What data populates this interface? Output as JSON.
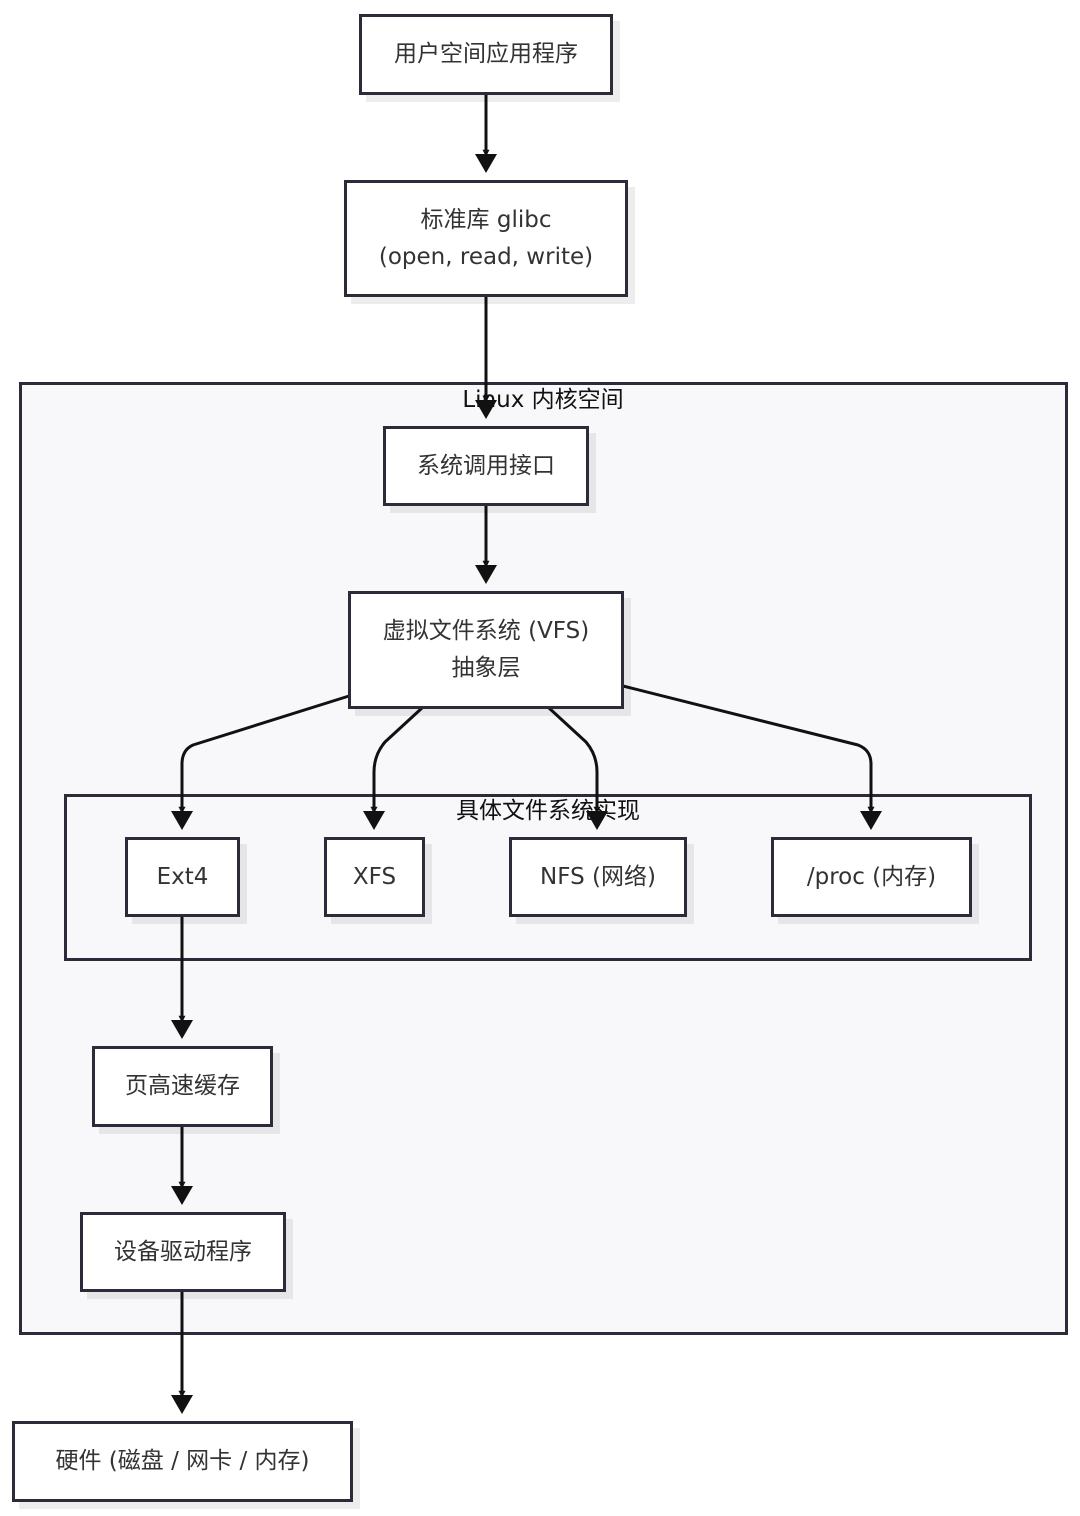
{
  "clusters": {
    "kernel": {
      "label": "Linux 内核空间"
    },
    "fs_impl": {
      "label": "具体文件系统实现"
    }
  },
  "nodes": {
    "user_app": {
      "line1": "用户空间应用程序"
    },
    "glibc": {
      "line1": "标准库 glibc",
      "line2": "(open, read, write)"
    },
    "syscall": {
      "line1": "系统调用接口"
    },
    "vfs": {
      "line1": "虚拟文件系统 (VFS)",
      "line2": "抽象层"
    },
    "ext4": {
      "line1": "Ext4"
    },
    "xfs": {
      "line1": "XFS"
    },
    "nfs": {
      "line1": "NFS (网络)"
    },
    "proc": {
      "line1": "/proc (内存)"
    },
    "page_cache": {
      "line1": "页高速缓存"
    },
    "driver": {
      "line1": "设备驱动程序"
    },
    "hardware": {
      "line1": "硬件 (磁盘 / 网卡 / 内存)"
    }
  },
  "edges": [
    {
      "from": "user_app",
      "to": "glibc"
    },
    {
      "from": "glibc",
      "to": "syscall"
    },
    {
      "from": "syscall",
      "to": "vfs"
    },
    {
      "from": "vfs",
      "to": "ext4"
    },
    {
      "from": "vfs",
      "to": "xfs"
    },
    {
      "from": "vfs",
      "to": "nfs"
    },
    {
      "from": "vfs",
      "to": "proc"
    },
    {
      "from": "ext4",
      "to": "page_cache"
    },
    {
      "from": "page_cache",
      "to": "driver"
    },
    {
      "from": "driver",
      "to": "hardware"
    }
  ],
  "colors": {
    "stroke": "#2b2b3a",
    "cluster_fill": "#f8f8fb",
    "node_fill": "#ffffff",
    "edge": "#111111"
  }
}
